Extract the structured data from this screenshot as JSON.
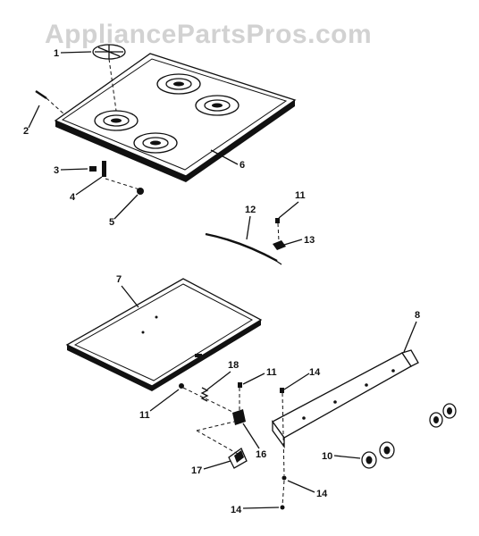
{
  "watermark": "AppliancePartsPros.com",
  "callouts": {
    "c1": "1",
    "c2": "2",
    "c3": "3",
    "c4": "4",
    "c5": "5",
    "c6": "6",
    "c7": "7",
    "c8": "8",
    "c10": "10",
    "c11a": "11",
    "c11b": "11",
    "c11c": "11",
    "c12": "12",
    "c13": "13",
    "c14a": "14",
    "c14b": "14",
    "c14c": "14",
    "c16": "16",
    "c17": "17",
    "c18": "18"
  }
}
